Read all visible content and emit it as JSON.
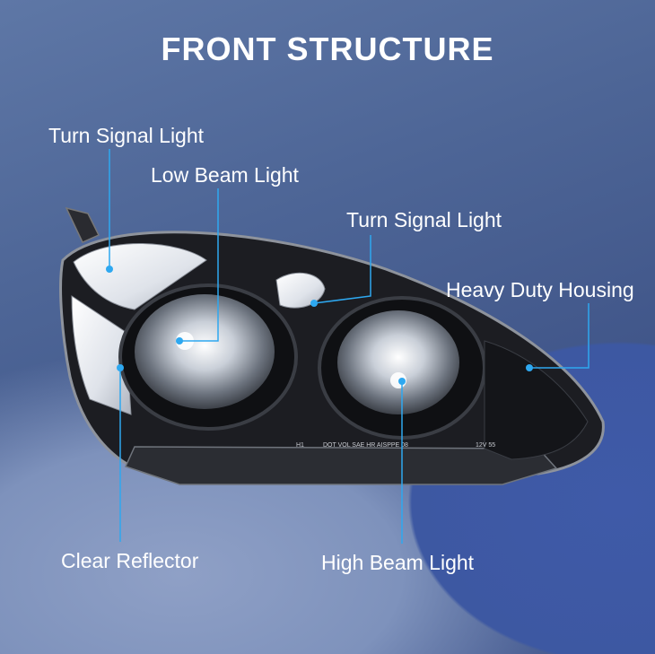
{
  "title": "FRONT STRUCTURE",
  "labels": {
    "turn_signal_left": "Turn Signal Light",
    "low_beam": "Low Beam Light",
    "turn_signal_center": "Turn Signal Light",
    "heavy_duty_housing": "Heavy Duty Housing",
    "clear_reflector": "Clear Reflector",
    "high_beam": "High Beam Light"
  },
  "lens_markings": {
    "h1": "H1",
    "dot": "DOT VOL SAE HR AISPPE 08",
    "right_code": "12V 55"
  },
  "colors": {
    "callout_line": "#2ea8f0",
    "label_text": "#ffffff"
  }
}
